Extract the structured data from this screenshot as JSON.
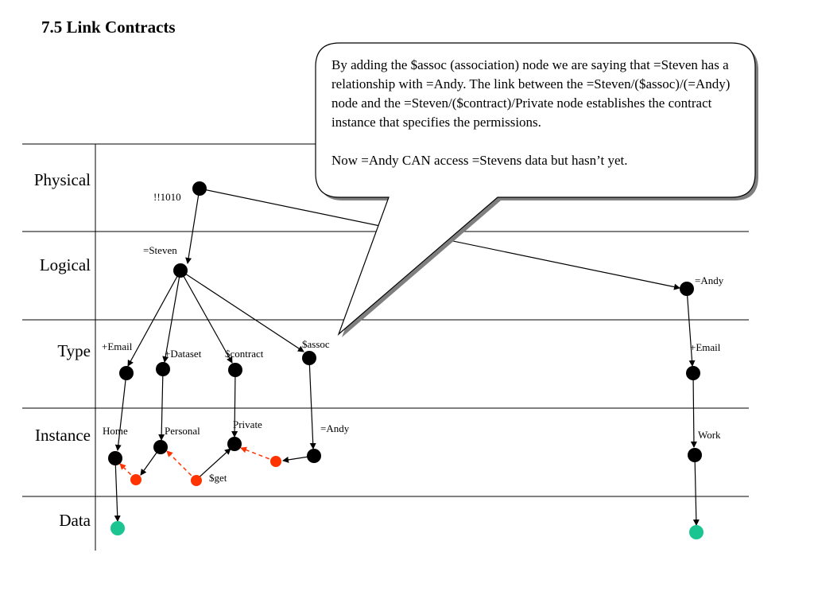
{
  "title": "7.5 Link Contracts",
  "rows": [
    "Physical",
    "Logical",
    "Type",
    "Instance",
    "Data"
  ],
  "callout": {
    "paragraph1": "By adding the $assoc (association) node we are saying that =Steven has a relationship with =Andy. The link between the =Steven/($assoc)/(=Andy) node and the =Steven/($contract)/Private node establishes the contract instance that specifies the permissions.",
    "paragraph2": "Now =Andy CAN access =Stevens data but hasn’t yet."
  },
  "labels": {
    "root": "!!1010",
    "steven": "=Steven",
    "andy": "=Andy",
    "type_email": "+Email",
    "type_dataset": "+Dataset",
    "type_contract": "$contract",
    "type_assoc": "$assoc",
    "andy_email": "+Email",
    "inst_home": "Home",
    "inst_personal": "Personal",
    "inst_private": "Private",
    "inst_andy": "=Andy",
    "inst_work": "Work",
    "get": "$get"
  },
  "colors": {
    "node": "#000000",
    "contract_node": "#ff3300",
    "data_node": "#1ac592",
    "dashed_link": "#ff3300",
    "grid": "#000000",
    "shadow": "#7f7f7f"
  }
}
